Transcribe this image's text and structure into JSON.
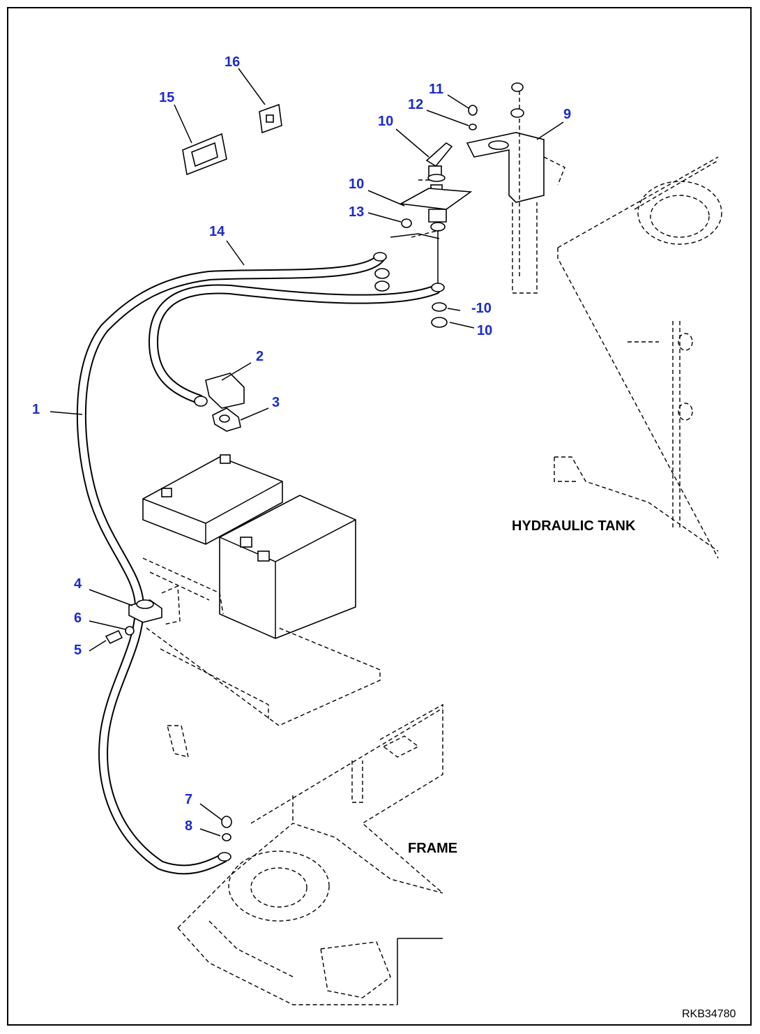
{
  "callouts": {
    "c1": "1",
    "c2": "2",
    "c3": "3",
    "c4": "4",
    "c5": "5",
    "c6": "6",
    "c7": "7",
    "c8": "8",
    "c9": "9",
    "c10a": "10",
    "c10b": "10",
    "c10c": "-10",
    "c10d": "10",
    "c11": "11",
    "c12": "12",
    "c13": "13",
    "c14": "14",
    "c15": "15",
    "c16": "16"
  },
  "labels": {
    "hydraulic_tank": "HYDRAULIC TANK",
    "frame": "FRAME"
  },
  "drawing_code": "RKB34780"
}
